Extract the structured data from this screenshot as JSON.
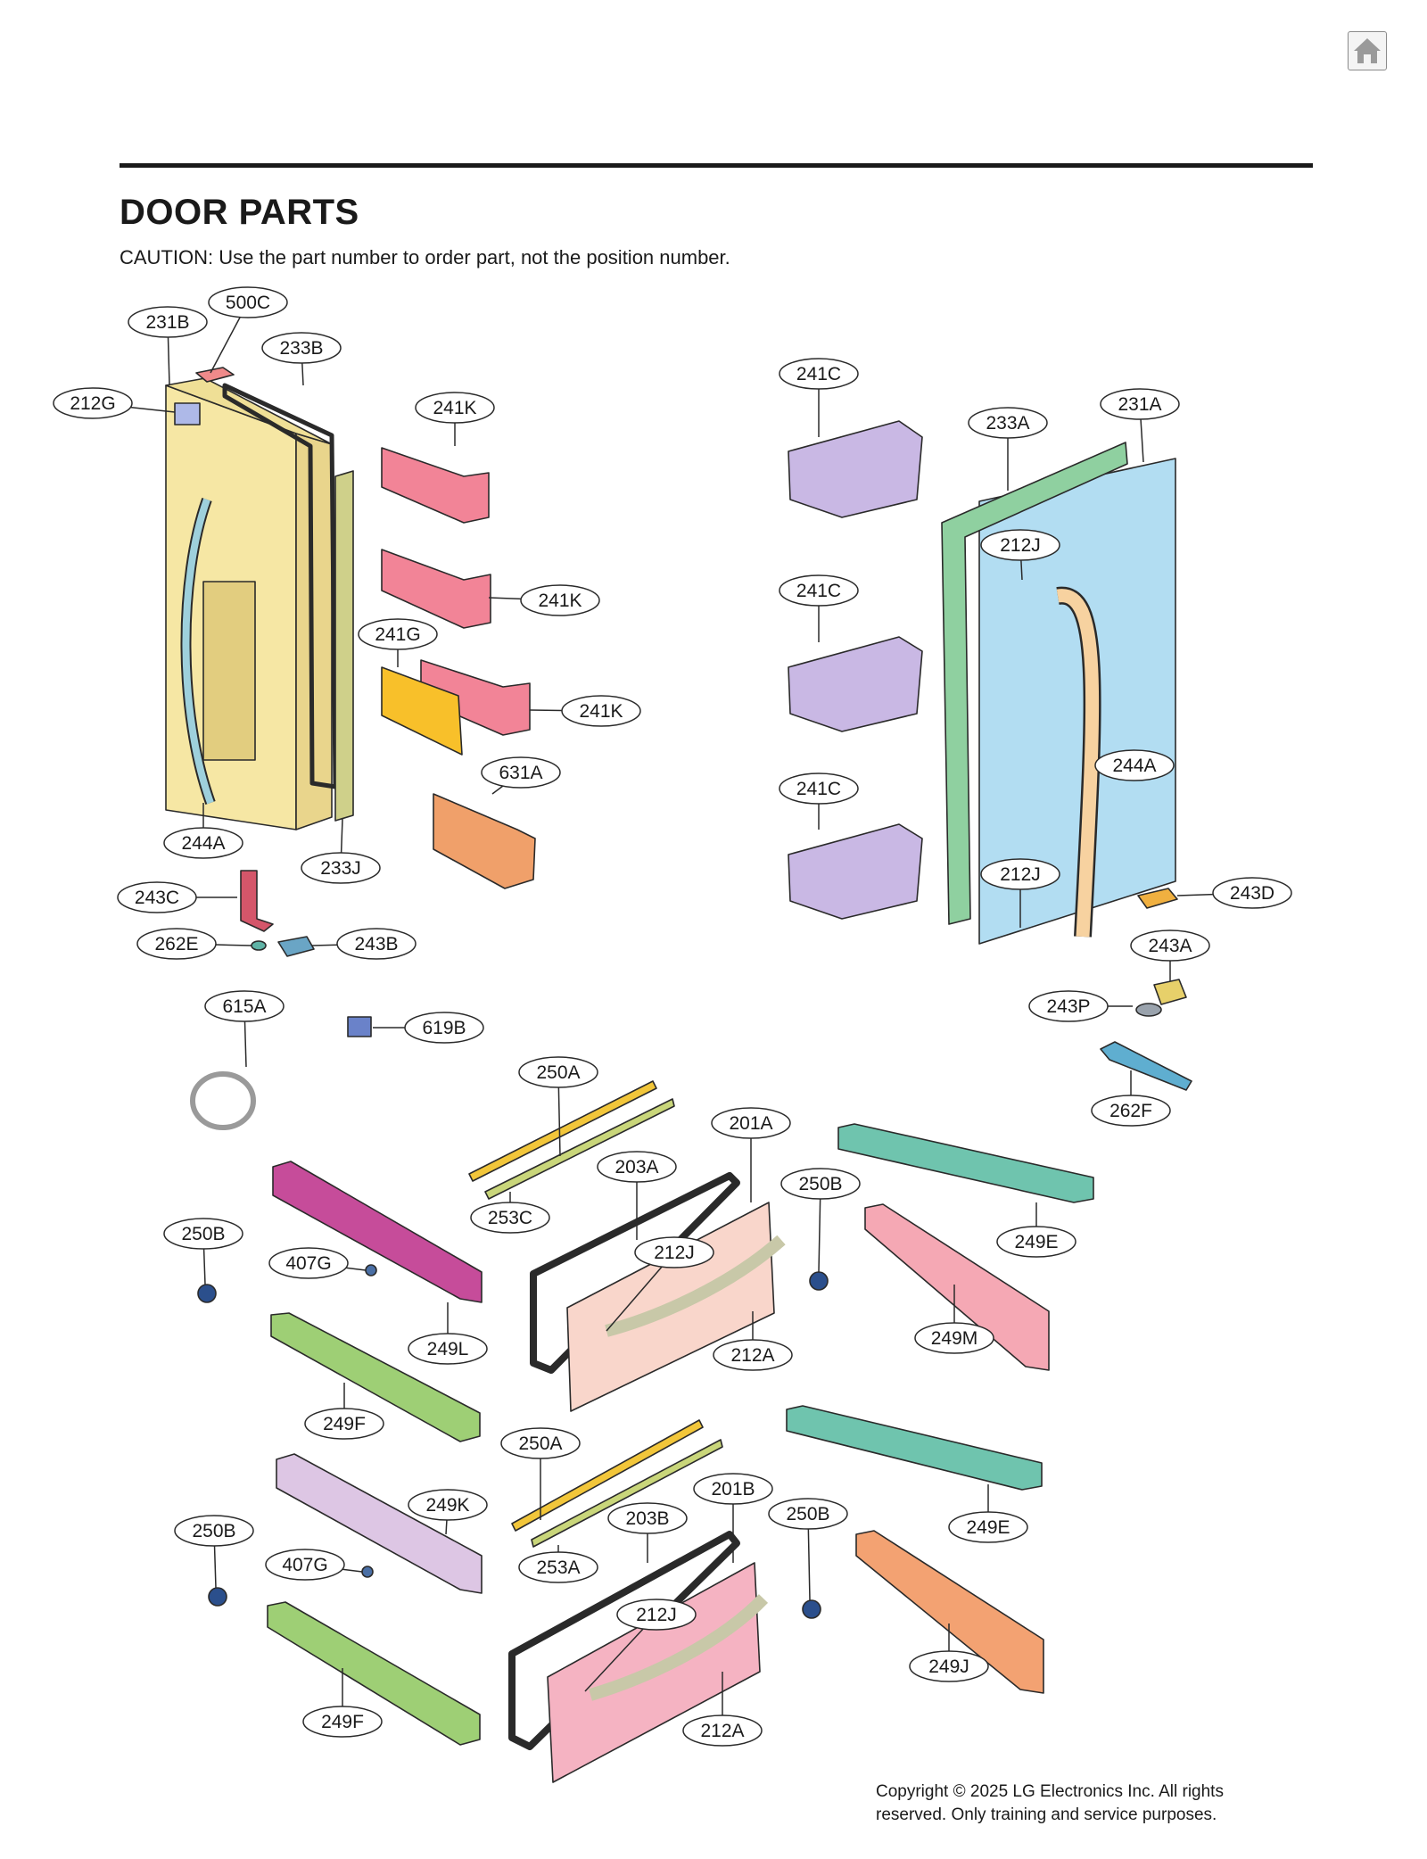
{
  "header": {
    "title": "DOOR PARTS",
    "caution": "CAUTION: Use the part number to order part, not the position number."
  },
  "home_icon": "home-icon",
  "footer": {
    "copyright": "Copyright © 2025 LG Electronics Inc. All rights reserved. Only training and service purposes."
  },
  "callouts": [
    {
      "id": "c01",
      "label": "500C"
    },
    {
      "id": "c02",
      "label": "231B"
    },
    {
      "id": "c03",
      "label": "233B"
    },
    {
      "id": "c04",
      "label": "212G"
    },
    {
      "id": "c05",
      "label": "241K"
    },
    {
      "id": "c06",
      "label": "241K"
    },
    {
      "id": "c07",
      "label": "241G"
    },
    {
      "id": "c08",
      "label": "241K"
    },
    {
      "id": "c09",
      "label": "631A"
    },
    {
      "id": "c10",
      "label": "244A"
    },
    {
      "id": "c11",
      "label": "233J"
    },
    {
      "id": "c12",
      "label": "243C"
    },
    {
      "id": "c13",
      "label": "262E"
    },
    {
      "id": "c14",
      "label": "243B"
    },
    {
      "id": "c15",
      "label": "241C"
    },
    {
      "id": "c16",
      "label": "233A"
    },
    {
      "id": "c17",
      "label": "231A"
    },
    {
      "id": "c18",
      "label": "212J"
    },
    {
      "id": "c19",
      "label": "241C"
    },
    {
      "id": "c20",
      "label": "244A"
    },
    {
      "id": "c21",
      "label": "241C"
    },
    {
      "id": "c22",
      "label": "212J"
    },
    {
      "id": "c23",
      "label": "243D"
    },
    {
      "id": "c24",
      "label": "243A"
    },
    {
      "id": "c25",
      "label": "243P"
    },
    {
      "id": "c26",
      "label": "262F"
    },
    {
      "id": "c27",
      "label": "615A"
    },
    {
      "id": "c28",
      "label": "619B"
    },
    {
      "id": "c29",
      "label": "250A"
    },
    {
      "id": "c30",
      "label": "201A"
    },
    {
      "id": "c31",
      "label": "203A"
    },
    {
      "id": "c32",
      "label": "253C"
    },
    {
      "id": "c33",
      "label": "250B"
    },
    {
      "id": "c34",
      "label": "249E"
    },
    {
      "id": "c35",
      "label": "250B"
    },
    {
      "id": "c36",
      "label": "407G"
    },
    {
      "id": "c37",
      "label": "212J"
    },
    {
      "id": "c38",
      "label": "249L"
    },
    {
      "id": "c39",
      "label": "212A"
    },
    {
      "id": "c40",
      "label": "249M"
    },
    {
      "id": "c41",
      "label": "249F"
    },
    {
      "id": "c42",
      "label": "250A"
    },
    {
      "id": "c43",
      "label": "201B"
    },
    {
      "id": "c44",
      "label": "249K"
    },
    {
      "id": "c45",
      "label": "203B"
    },
    {
      "id": "c46",
      "label": "250B"
    },
    {
      "id": "c47",
      "label": "250B"
    },
    {
      "id": "c48",
      "label": "249E"
    },
    {
      "id": "c49",
      "label": "407G"
    },
    {
      "id": "c50",
      "label": "253A"
    },
    {
      "id": "c51",
      "label": "212J"
    },
    {
      "id": "c52",
      "label": "249J"
    },
    {
      "id": "c53",
      "label": "249F"
    },
    {
      "id": "c54",
      "label": "212A"
    }
  ]
}
